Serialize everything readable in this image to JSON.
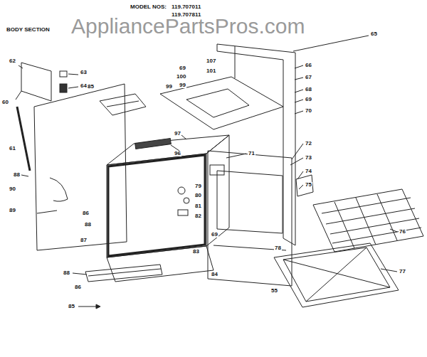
{
  "diagram": {
    "title": "BODY SECTION",
    "labels": [
      "MODEL NOS:",
      "119.707011",
      "119.707811",
      "AppliancePartsPros.com",
      "62",
      "63",
      "64",
      "60",
      "85",
      "99",
      "69",
      "100",
      "99",
      "107",
      "101",
      "65",
      "66",
      "67",
      "68",
      "69",
      "70",
      "97",
      "96",
      "71",
      "72",
      "73",
      "74",
      "75",
      "76",
      "77",
      "79",
      "80",
      "81",
      "82",
      "69",
      "83",
      "78",
      "84",
      "61",
      "88",
      "90",
      "89",
      "86",
      "88",
      "87",
      "88",
      "86",
      "85",
      "55"
    ]
  }
}
